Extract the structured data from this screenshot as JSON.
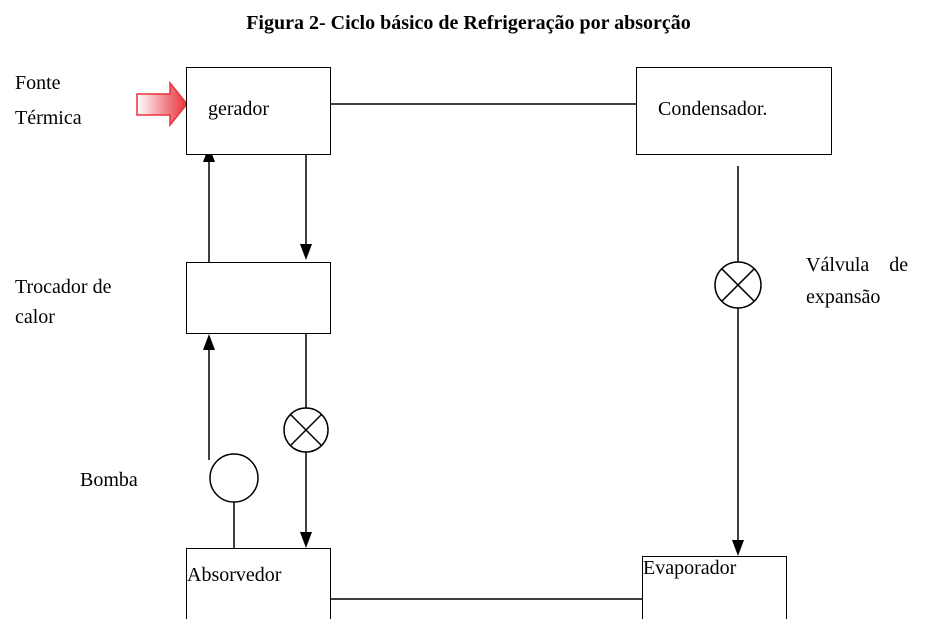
{
  "title": "Figura 2- Ciclo básico de Refrigeração por absorção",
  "labels": {
    "fonte_line1": "Fonte",
    "fonte_line2": "Térmica",
    "trocador_line1": "Trocador de",
    "trocador_line2": "calor",
    "bomba": "Bomba",
    "valvula_line1": "Válvula    de",
    "valvula_line2": "expansão"
  },
  "boxes": {
    "gerador": "gerador",
    "condensador": "Condensador.",
    "absorvedor": "Absorvedor",
    "evaporador": "Evaporador"
  },
  "colors": {
    "heat_arrow": "#e8323c",
    "line": "#000000"
  }
}
